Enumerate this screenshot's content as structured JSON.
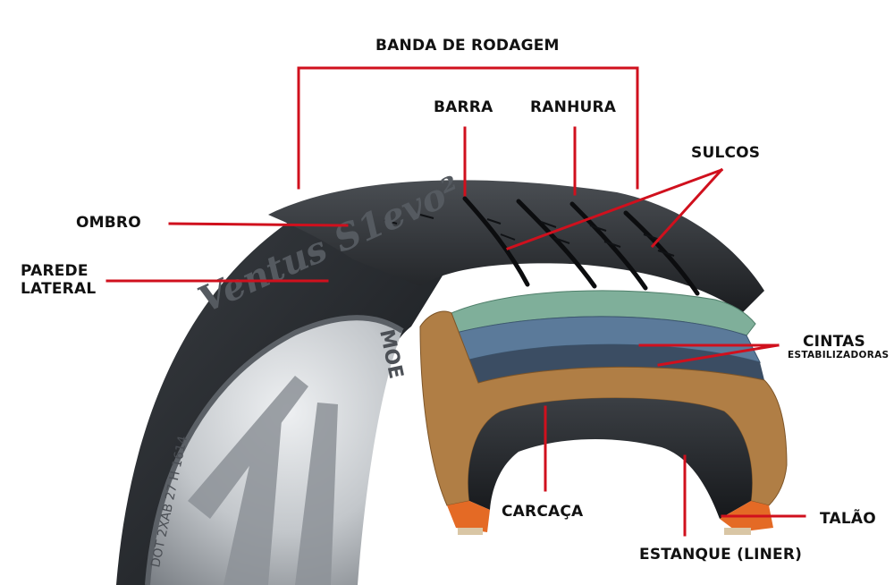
{
  "colors": {
    "callout": "#d0101d",
    "rubber_dark": "#1f2226",
    "rubber_mid": "#34383d",
    "rim_silver": "#c5c9cd",
    "belt_green": "#7faf9a",
    "belt_blue": "#5b7a9a",
    "carcass_tan": "#b07e45",
    "liner_dark": "#2a2d31",
    "bead_orange": "#e46a25"
  },
  "sidewall": {
    "brand_text": "Ventus S1evo²",
    "code_text": "MOE",
    "dot_text": "DOT 2XAB 27 H 1614"
  },
  "labels": {
    "tread": "BANDA DE RODAGEM",
    "rib": "BARRA",
    "groove": "RANHURA",
    "sipes": "SULCOS",
    "shoulder": "OMBRO",
    "sidewall_line1": "PAREDE",
    "sidewall_line2": "LATERAL",
    "belts_line1": "CINTAS",
    "belts_line2": "ESTABILIZADORAS",
    "carcass": "CARCAÇA",
    "bead": "TALÃO",
    "liner": "ESTANQUE (LINER)"
  }
}
